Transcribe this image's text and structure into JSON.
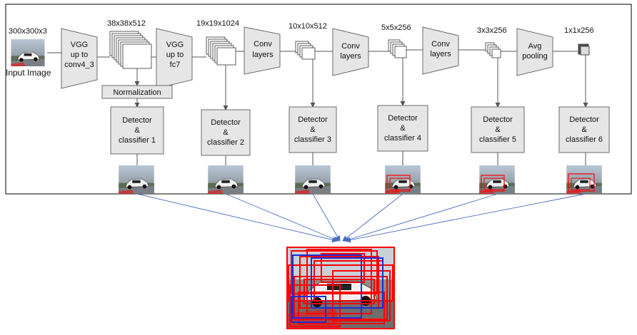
{
  "input": {
    "size": "300x300x3",
    "caption": "Input Image"
  },
  "stages": [
    {
      "id": "vgg-conv4",
      "lines": [
        "VGG",
        "up to",
        "conv4_3"
      ]
    },
    {
      "id": "vgg-fc7",
      "lines": [
        "VGG",
        "up to",
        "fc7"
      ]
    },
    {
      "id": "conv-1",
      "lines": [
        "Conv",
        "layers"
      ]
    },
    {
      "id": "conv-2",
      "lines": [
        "Conv",
        "layers"
      ]
    },
    {
      "id": "conv-3",
      "lines": [
        "Conv",
        "layers"
      ]
    },
    {
      "id": "avg-pool",
      "lines": [
        "Avg",
        "pooling"
      ]
    }
  ],
  "feature_maps": [
    "38x38x512",
    "19x19x1024",
    "10x10x512",
    "5x5x256",
    "3x3x256",
    "1x1x256"
  ],
  "normalization": {
    "label": "Normalization"
  },
  "detectors": [
    {
      "lines": [
        "Detector",
        "&",
        "classifier 1"
      ]
    },
    {
      "lines": [
        "Detector",
        "&",
        "classifier 2"
      ]
    },
    {
      "lines": [
        "Detector",
        "&",
        "classifier 3"
      ]
    },
    {
      "lines": [
        "Detector",
        "&",
        "classifier 4"
      ]
    },
    {
      "lines": [
        "Detector",
        "&",
        "classifier 5"
      ]
    },
    {
      "lines": [
        "Detector",
        "&",
        "classifier 6"
      ]
    }
  ],
  "colors": {
    "block_fill": "#e6e6e6",
    "block_stroke": "#6b6b6b",
    "arrow": "#4a6fc0",
    "box_red": "#ff0000",
    "box_blue": "#1a2fd8"
  }
}
